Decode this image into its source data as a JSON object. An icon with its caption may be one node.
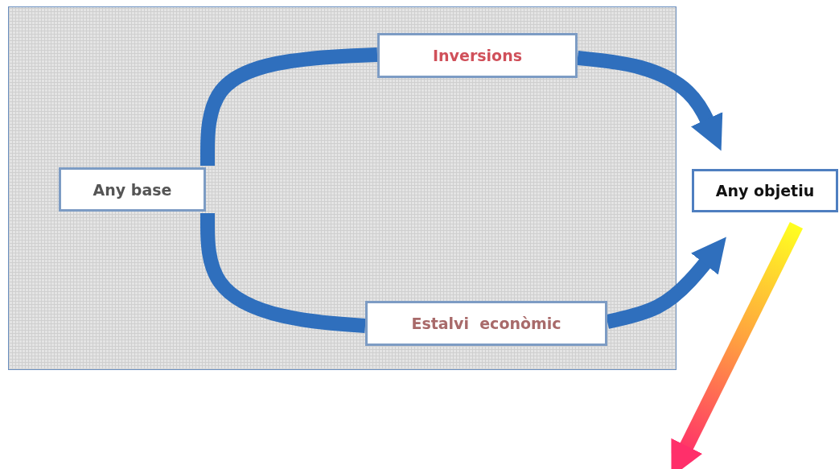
{
  "diagram": {
    "nodes": [
      {
        "text": [
          "Any base"
        ]
      },
      {
        "text": [
          "Inversions"
        ]
      },
      {
        "text": [
          "Estalvi  econòmic"
        ]
      },
      {
        "text": [
          "Any objetiu"
        ]
      }
    ],
    "edges": [
      {
        "from": 0,
        "to": 1,
        "arrow": "none"
      },
      {
        "from": 1,
        "to": 3,
        "arrow": "to"
      },
      {
        "from": 0,
        "to": 2,
        "arrow": "none"
      },
      {
        "from": 2,
        "to": 3,
        "arrow": "to"
      },
      {
        "from": 3,
        "to": null,
        "arrow": "to",
        "color": "#ff2f6a"
      }
    ]
  }
}
